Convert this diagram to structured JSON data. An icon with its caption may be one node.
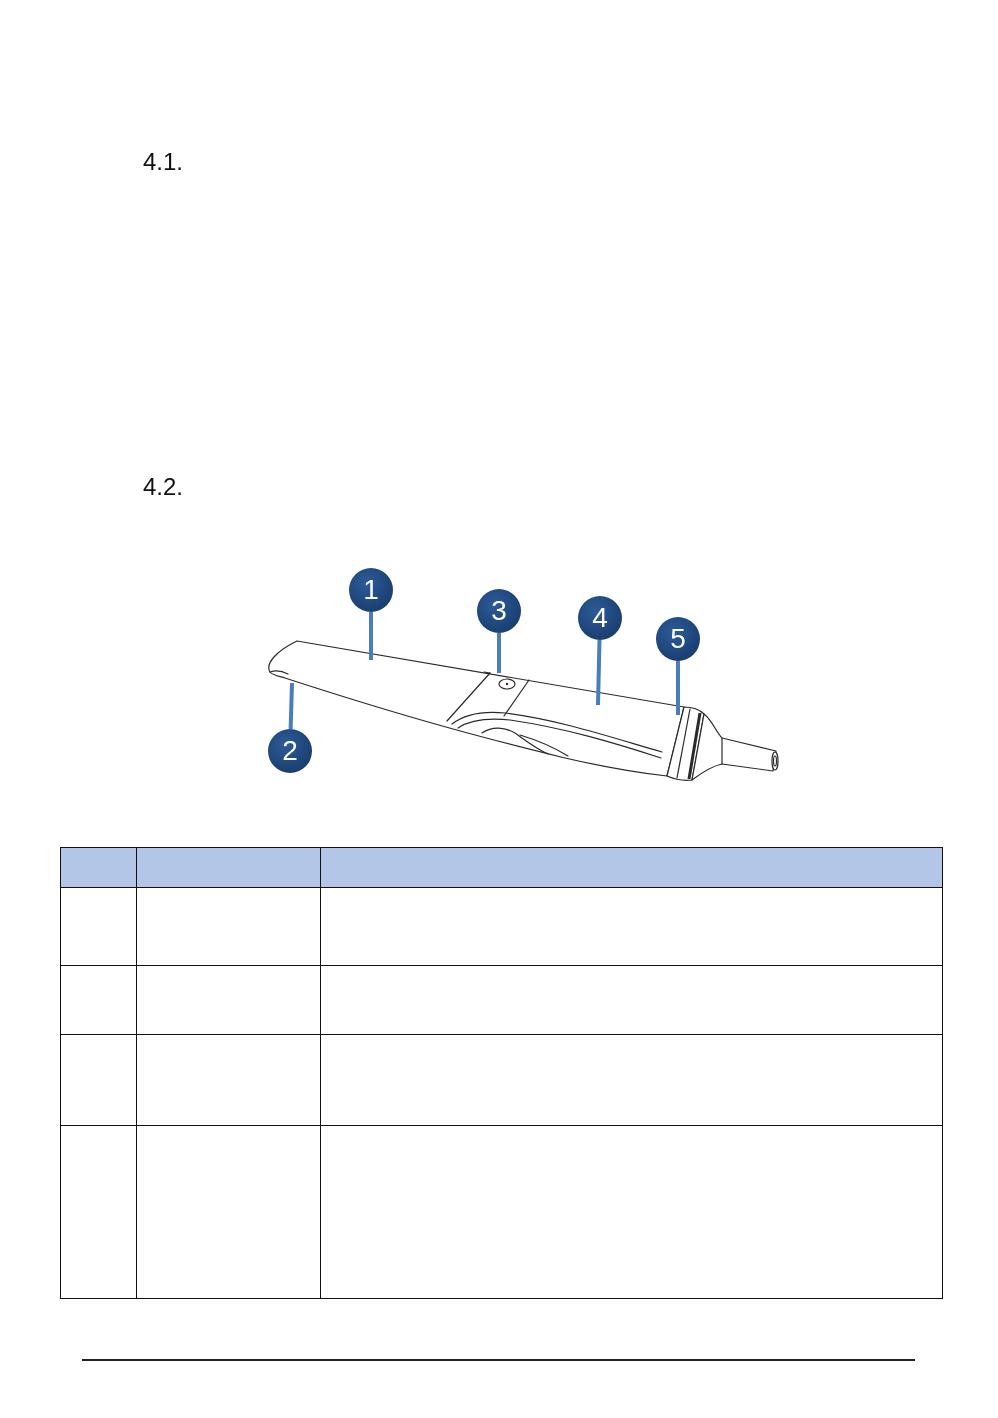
{
  "diagram": {
    "nodes": [
      {
        "text": [
          "1"
        ]
      },
      {
        "text": [
          "2"
        ]
      },
      {
        "text": [
          "3"
        ]
      },
      {
        "text": [
          "4"
        ]
      },
      {
        "text": [
          "5"
        ]
      }
    ],
    "edges": [
      {
        "from": 0,
        "to": null,
        "arrow": "none"
      },
      {
        "from": 1,
        "to": null,
        "arrow": "none"
      },
      {
        "from": 2,
        "to": null,
        "arrow": "none"
      },
      {
        "from": 3,
        "to": null,
        "arrow": "none"
      },
      {
        "from": 4,
        "to": null,
        "arrow": "none"
      }
    ],
    "labels": [
      "4.1.",
      "4.2."
    ]
  }
}
